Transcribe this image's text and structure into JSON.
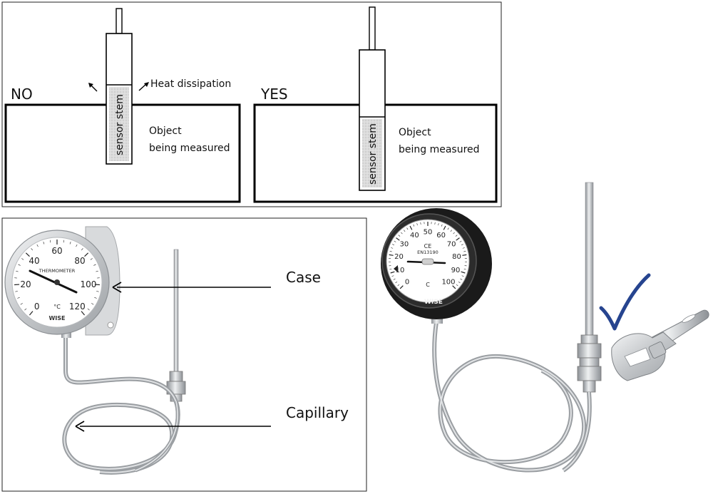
{
  "top_panel": {
    "no_label": "NO",
    "yes_label": "YES",
    "heat_label": "Heat dissipation",
    "stem_label_left": "sensor stem",
    "stem_label_right": "sensor stem",
    "object_left_line1": "Object",
    "object_left_line2": "being measured",
    "object_right_line1": "Object",
    "object_right_line2": "being measured"
  },
  "left_gauge": {
    "ticks": [
      "0",
      "20",
      "40",
      "60",
      "80",
      "100",
      "120"
    ],
    "face_title": "THERMOMETER",
    "unit": "°C",
    "brand": "WISE",
    "callout_case": "Case",
    "callout_capillary": "Capillary"
  },
  "right_gauge": {
    "ticks": [
      "0",
      "10",
      "20",
      "30",
      "40",
      "50",
      "60",
      "70",
      "80",
      "90",
      "100"
    ],
    "marks": "CE",
    "standard": "EN13190",
    "unit": "C",
    "brand": "WISE"
  },
  "colors": {
    "line": "#000000",
    "stem_fill": "#d9d9d9",
    "check": "#26448f",
    "case_dark": "#1a1a1a",
    "steel": "#b9bcbf"
  },
  "icons": {
    "check": "check-mark-icon",
    "wrench": "wrench-icon"
  }
}
